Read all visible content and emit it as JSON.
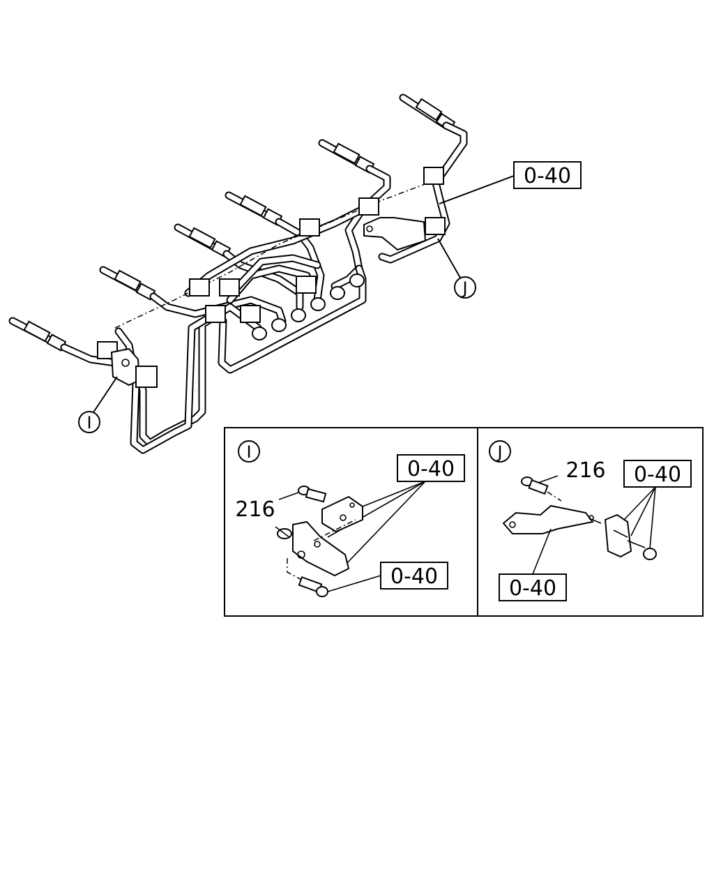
{
  "main_view": {
    "labels": {
      "ref_top_right": "0-40",
      "callout_i": "I",
      "callout_j": "J"
    }
  },
  "detail_i": {
    "callout": "I",
    "part_216": "216",
    "ref_clamp": "0-40",
    "ref_bolt": "0-40"
  },
  "detail_j": {
    "callout": "J",
    "part_216": "216",
    "ref_clamp": "0-40",
    "ref_bracket": "0-40"
  }
}
